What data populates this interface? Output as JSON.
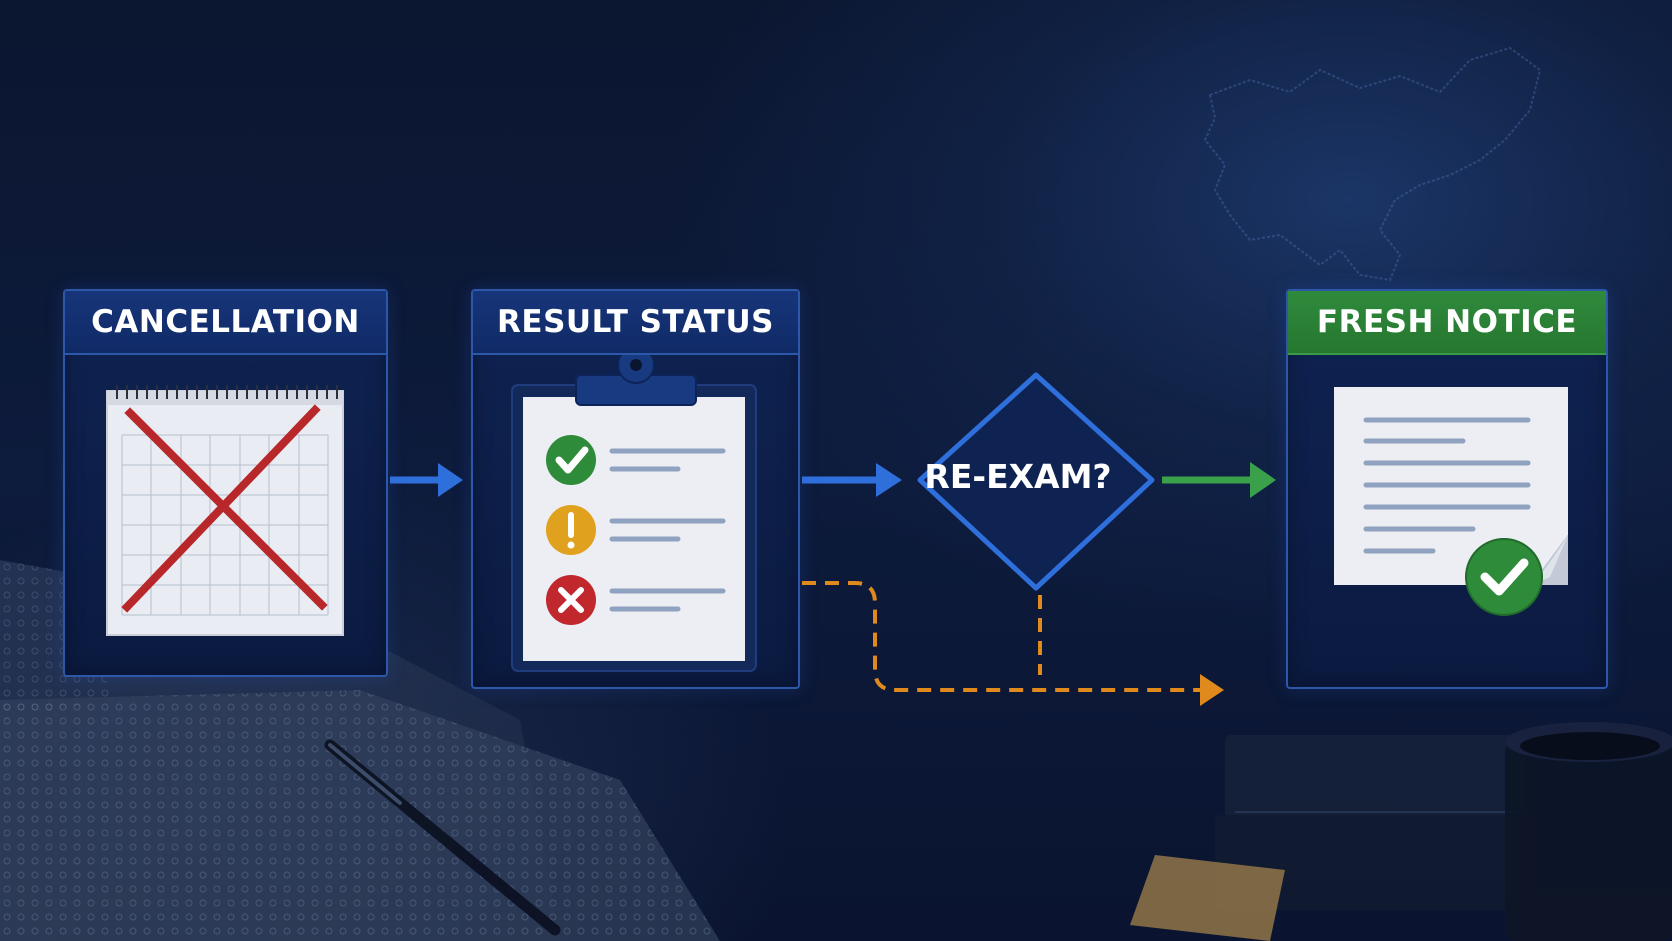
{
  "steps": {
    "cancellation": {
      "title": "CANCELLATION",
      "icon": "crossed-calendar-icon"
    },
    "result_status": {
      "title": "RESULT STATUS",
      "icon": "clipboard-checklist-icon"
    },
    "decision": {
      "label": "RE-EXAM?"
    },
    "fresh_notice": {
      "title": "FRESH NOTICE",
      "icon": "document-check-icon"
    }
  },
  "colors": {
    "primary_blue": "#2f6fdc",
    "header_blue": "#17357a",
    "header_green": "#2f8a3c",
    "arrow_green": "#3aa14a",
    "dashed_orange": "#e08a1e",
    "cross_red": "#b8282a",
    "check_green": "#2e8b3a",
    "warn_amber": "#e0a21e",
    "error_red": "#c0282e",
    "background": "#0a1530"
  }
}
